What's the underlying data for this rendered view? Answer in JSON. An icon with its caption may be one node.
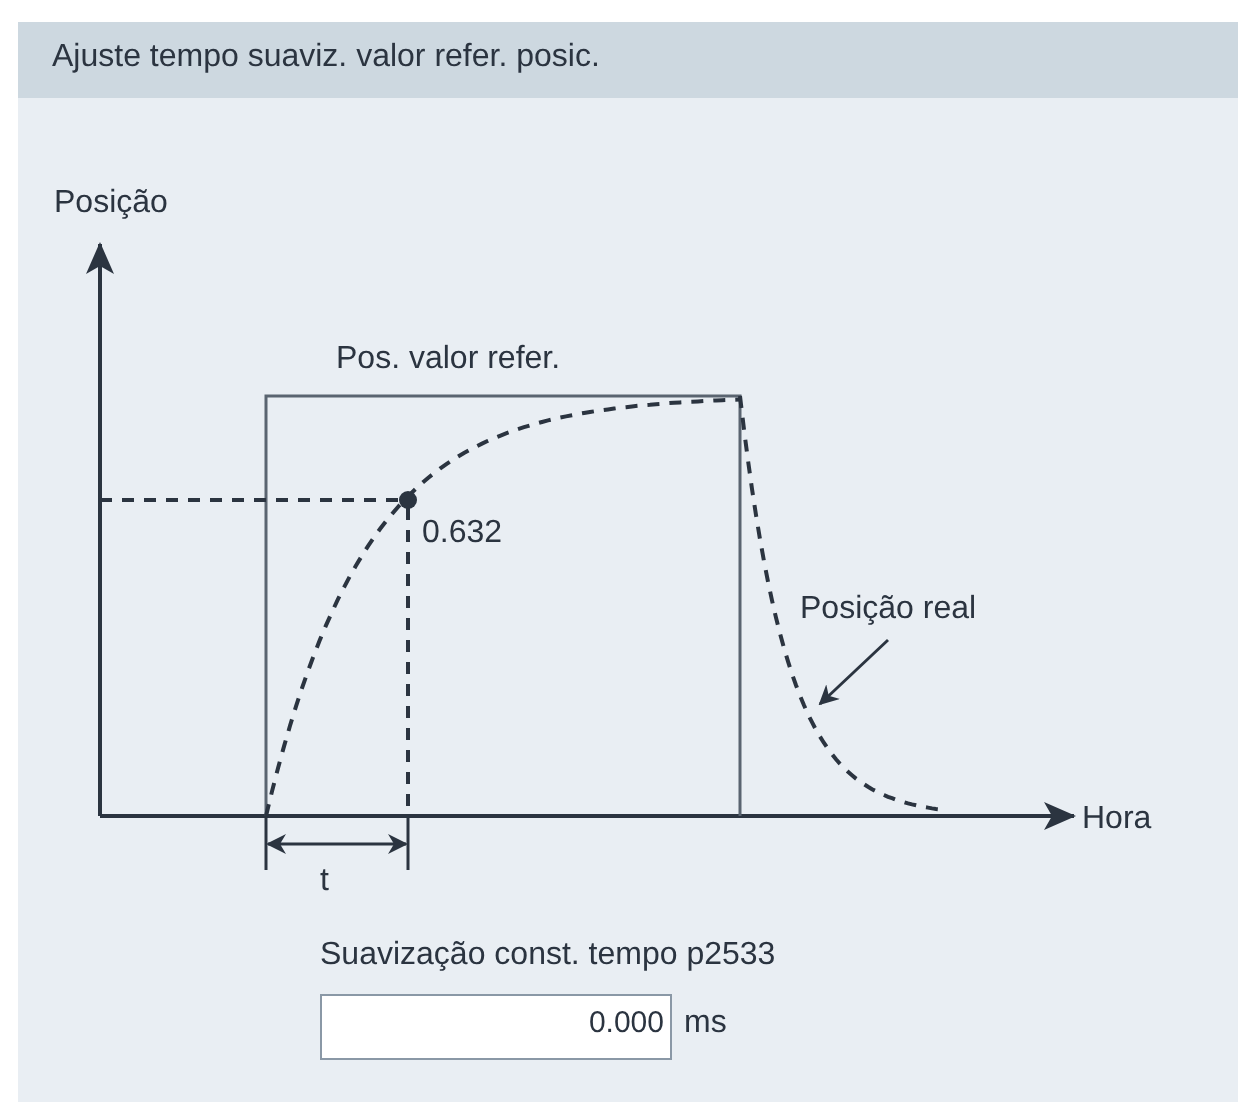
{
  "diagram": {
    "title": "Ajuste tempo suaviz. valor refer. posic.",
    "nodes": [
      {
        "text": [
          "Posição real"
        ]
      },
      {
        "text": [],
        "shape": "curve"
      }
    ],
    "edges": [
      {
        "from": 0,
        "to": 1,
        "arrow": "to"
      }
    ],
    "labels": [
      "Posição",
      "Pos. valor refer.",
      "0.632",
      "Hora",
      "t",
      "Suavização const. tempo p2533",
      "0.000",
      "ms"
    ]
  }
}
